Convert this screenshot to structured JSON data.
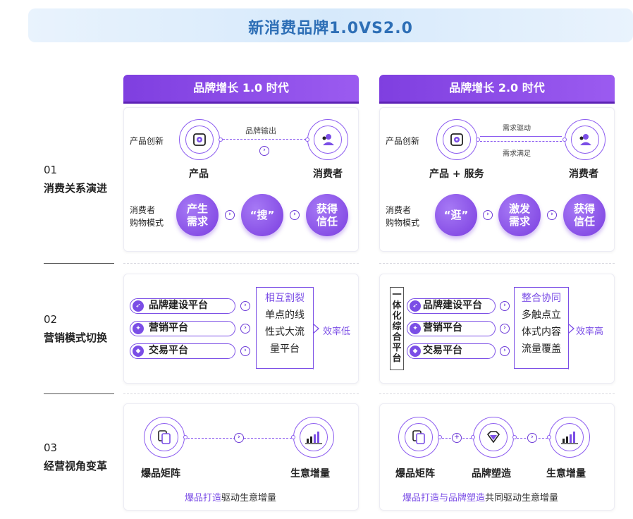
{
  "title": "新消费品牌1.0VS2.0",
  "columns": [
    {
      "header": "品牌增长 1.0 时代"
    },
    {
      "header": "品牌增长 2.0 时代"
    }
  ],
  "rows": [
    {
      "num": "01",
      "label": "消费关系演进"
    },
    {
      "num": "02",
      "label": "营销模式切换"
    },
    {
      "num": "03",
      "label": "经营视角变革"
    }
  ],
  "r1": {
    "left": {
      "innovation": "产品创新",
      "flow_label": "品牌输出",
      "product": "产品",
      "consumer": "消费者",
      "mode_label_1": "消费者",
      "mode_label_2": "购物模式",
      "b1": "产生\n需求",
      "b2": "“搜”",
      "b3": "获得\n信任"
    },
    "right": {
      "innovation": "产品创新",
      "flow_top": "需求驱动",
      "flow_bottom": "需求满足",
      "product": "产品 + 服务",
      "consumer": "消费者",
      "mode_label_1": "消费者",
      "mode_label_2": "购物模式",
      "b1": "“逛”",
      "b2": "激发\n需求",
      "b3": "获得\n信任"
    }
  },
  "r2": {
    "left": {
      "pills": [
        "品牌建设平台",
        "营销平台",
        "交易平台"
      ],
      "box_lines": [
        "相互割裂",
        "单点的线",
        "性式大流",
        "量平台"
      ],
      "result": "效率低"
    },
    "right": {
      "vertical": "一体化综合平台",
      "pills": [
        "品牌建设平台",
        "营销平台",
        "交易平台"
      ],
      "box_lines": [
        "整合协同",
        "多触点立",
        "体式内容",
        "流量覆盖"
      ],
      "result": "效率高"
    }
  },
  "r3": {
    "left": {
      "a": "爆品矩阵",
      "b": "生意增量",
      "cap_hl": "爆品打造",
      "cap_rest": "驱动生意增量"
    },
    "right": {
      "a": "爆品矩阵",
      "b": "品牌塑造",
      "c": "生意增量",
      "cap_hl1": "爆品打造",
      "cap_mid": "与",
      "cap_hl2": "品牌塑造",
      "cap_rest": "共同驱动生意增量"
    }
  },
  "colors": {
    "accent": "#7b4ee6",
    "header": "#8a4ae8",
    "title": "#2e6fb6"
  }
}
